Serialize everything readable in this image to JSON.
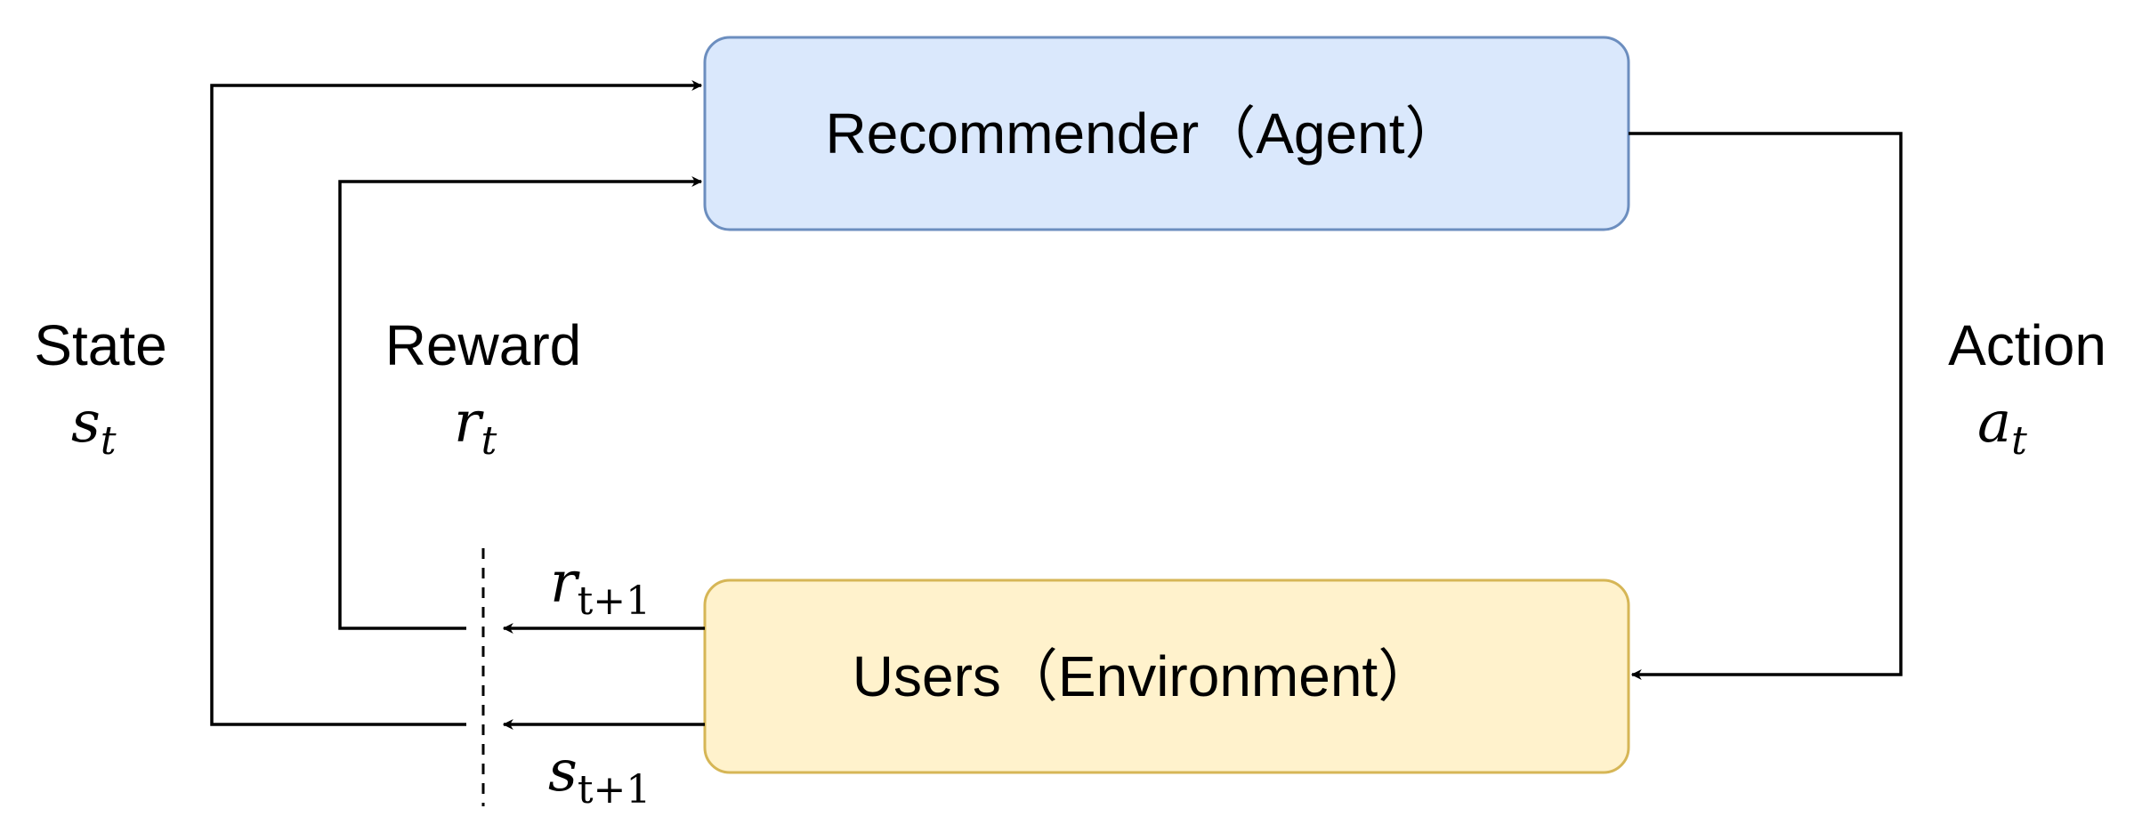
{
  "nodes": {
    "agent": {
      "label": "Recommender（Agent）",
      "fill": "#dae8fc",
      "stroke": "#6c8ebf"
    },
    "environment": {
      "label": "Users（Environment）",
      "fill": "#fff2cc",
      "stroke": "#d6b656"
    }
  },
  "labels": {
    "state": {
      "word": "State",
      "symbol": "s",
      "subscript": "t"
    },
    "reward": {
      "word": "Reward",
      "symbol": "r",
      "subscript": "t"
    },
    "action": {
      "word": "Action",
      "symbol": "a",
      "subscript": "t"
    },
    "next_reward": {
      "symbol": "r",
      "subscript": "t+1"
    },
    "next_state": {
      "symbol": "s",
      "subscript": "t+1"
    }
  }
}
